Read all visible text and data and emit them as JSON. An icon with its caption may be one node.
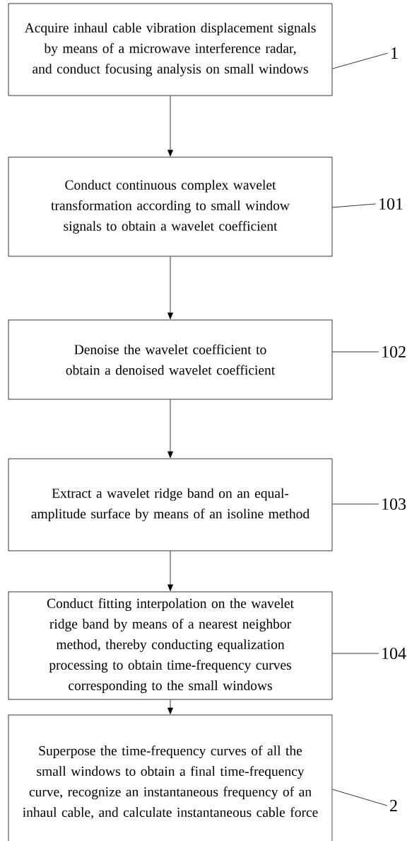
{
  "diagram": {
    "nodes": [
      {
        "text": [
          "Acquire inhaul cable vibration displacement signals by means of a microwave interference radar, and conduct focusing analysis on small windows"
        ]
      },
      {
        "text": [
          "Conduct continuous complex wavelet transformation according to small window signals to obtain a wavelet coefficient"
        ]
      },
      {
        "text": [
          "Denoise the wavelet coefficient to obtain a denoised wavelet coefficient"
        ]
      },
      {
        "text": [
          "Extract a wavelet ridge band on an equal-amplitude surface by means of an isoline method"
        ]
      },
      {
        "text": [
          "Conduct fitting interpolation on the wavelet ridge band by means of a nearest neighbor method, thereby conducting equalization processing to obtain time-frequency curves corresponding to the small windows"
        ]
      },
      {
        "text": [
          "Superpose the time-frequency curves of all the small windows to obtain a final time-frequency curve, recognize an instantaneous frequency of an inhaul cable, and calculate instantaneous cable force"
        ]
      },
      {
        "text": [
          "1"
        ]
      },
      {
        "text": [
          "101"
        ]
      },
      {
        "text": [
          "102"
        ]
      },
      {
        "text": [
          "103"
        ]
      },
      {
        "text": [
          "104"
        ]
      },
      {
        "text": [
          "2"
        ]
      }
    ],
    "edges": [
      {
        "from": 0,
        "to": 1,
        "arrow": "to"
      },
      {
        "from": 1,
        "to": 2,
        "arrow": "to"
      },
      {
        "from": 2,
        "to": 3,
        "arrow": "to"
      },
      {
        "from": 3,
        "to": 4,
        "arrow": "to"
      },
      {
        "from": 4,
        "to": 5,
        "arrow": "to"
      },
      {
        "from": 6,
        "to": 0,
        "arrow": "none"
      },
      {
        "from": 7,
        "to": 1,
        "arrow": "none"
      },
      {
        "from": 8,
        "to": 2,
        "arrow": "none"
      },
      {
        "from": 9,
        "to": 3,
        "arrow": "none"
      },
      {
        "from": 10,
        "to": 4,
        "arrow": "none"
      },
      {
        "from": 11,
        "to": 5,
        "arrow": "none"
      }
    ]
  }
}
